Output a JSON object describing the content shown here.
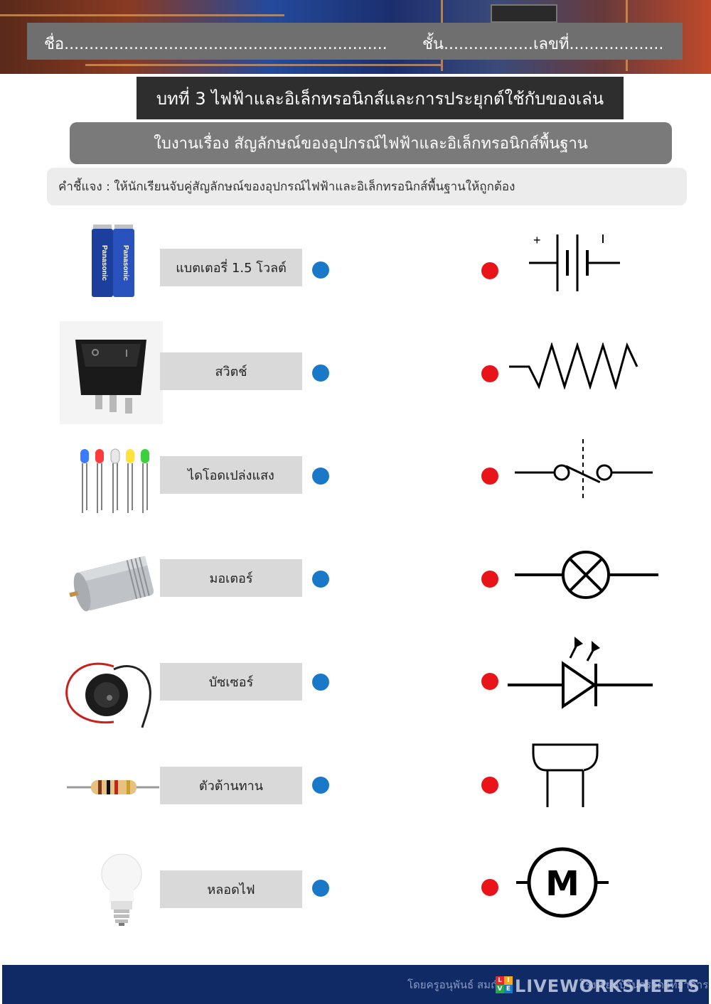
{
  "header": {
    "name_field": "ชื่อ.................................................................",
    "class_field": "ชั้น..................",
    "number_field": "เลขที่..................."
  },
  "title": "บทที่  3  ไฟฟ้าและอิเล็กทรอนิกส์และการประยุกต์ใช้กับของเล่น",
  "subtitle": "ใบงานเรื่อง  สัญลักษณ์ของอุปกรณ์ไฟฟ้าและอิเล็กทรอนิกส์พื้นฐาน",
  "instruction": "คำชี้แจง  :  ให้นักเรียนจับคู่สัญลักษณ์ของอุปกรณ์ไฟฟ้าและอิเล็กทรอนิกส์พื้นฐานให้ถูกต้อง",
  "items": [
    {
      "label": "แบตเตอรี่  1.5  โวลต์",
      "picture": "battery-icon",
      "battery_brand": "Panasonic"
    },
    {
      "label": "สวิตช์",
      "picture": "rocker-switch-icon"
    },
    {
      "label": "ไดโอดเปล่งแสง",
      "picture": "led-icon"
    },
    {
      "label": "มอเตอร์",
      "picture": "motor-icon"
    },
    {
      "label": "บัซเซอร์",
      "picture": "buzzer-icon"
    },
    {
      "label": "ตัวต้านทาน",
      "picture": "resistor-icon"
    },
    {
      "label": "หลอดไฟ",
      "picture": "light-bulb-icon"
    }
  ],
  "symbols": [
    "battery-symbol",
    "resistor-symbol",
    "switch-symbol",
    "lamp-symbol",
    "led-symbol",
    "buzzer-symbol",
    "motor-symbol"
  ],
  "motor_symbol_letter": "M",
  "battery_symbol_plus": "+",
  "colors": {
    "left_dot": "#1a78c8",
    "right_dot": "#e8141a",
    "footer": "#102a66"
  },
  "footer": {
    "author": "โดยครูอนุพันธ์  สมณี",
    "school": "โรงเรียนบ้านกรวดวิทยาคาร",
    "brand": "LIVEWORKSHEETS",
    "logo_letters": [
      "L",
      "I",
      "V",
      "E"
    ]
  }
}
